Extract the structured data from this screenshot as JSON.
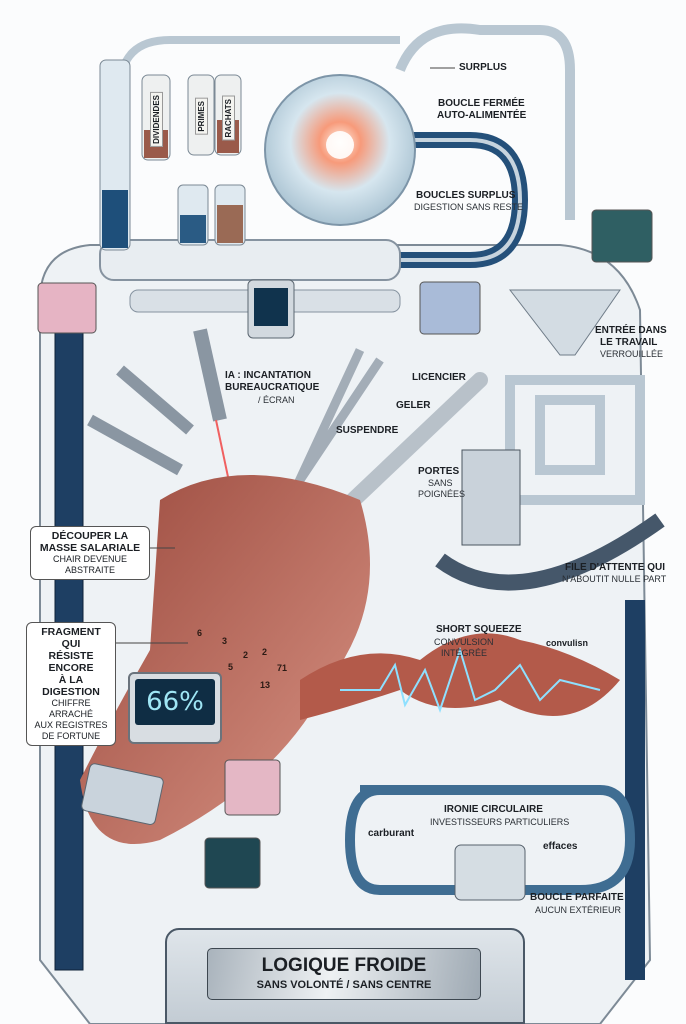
{
  "bottles": {
    "dividendes": "DIVIDENDES",
    "primes": "PRIMES",
    "rachats": "RACHATS"
  },
  "labels": {
    "surplus": "SURPLUS",
    "boucle_fermee": "BOUCLE FERMÉE",
    "auto_alimentee": "AUTO-ALIMENTÉE",
    "boucles_surplus": "BOUCLES SURPLUS",
    "digestion_sans_reste": "DIGESTION SANS RESTE",
    "ia_1": "IA : INCANTATION",
    "ia_2": "BUREAUCRATIQUE",
    "ia_3": "/ ÉCRAN",
    "licencier": "LICENCIER",
    "geler": "GELER",
    "suspendre": "SUSPENDRE",
    "portes": "PORTES",
    "sans": "SANS",
    "poignees": "POIGNÉES",
    "entree_1": "ENTRÉE DANS",
    "entree_2": "LE TRAVAIL",
    "verrouillee": "VERROUILLÉE",
    "file_1": "FILE D'ATTENTE QUI",
    "file_2": "N'ABOUTIT NULLE PART",
    "short_squeeze": "SHORT SQUEEZE",
    "convulsion": "CONVULSION",
    "integree": "INTÉGRÉE",
    "convulisn": "convulisn",
    "ironie": "IRONIE CIRCULAIRE",
    "investisseurs": "INVESTISSEURS PARTICULIERS",
    "carburant": "carburant",
    "effaces": "effaces",
    "boucle_parfaite": "BOUCLE PARFAITE",
    "aucun_exterieur": "AUCUN EXTÉRIEUR"
  },
  "callouts": {
    "decouper": {
      "title_1": "DÉCOUPER LA",
      "title_2": "MASSE SALARIALE",
      "sub": "CHAIR DEVENUE ABSTRAITE"
    },
    "fragment": {
      "t1": "FRAGMENT QUI",
      "t2": "RÉSISTE",
      "t3": "ENCORE",
      "t4": "À LA DIGESTION",
      "s1": "CHIFFRE ARRACHÉ",
      "s2": "AUX REGISTRES",
      "s3": "DE FORTUNE"
    }
  },
  "fragment_numbers": [
    "6",
    "3",
    "2",
    "2",
    "5",
    "71",
    "13"
  ],
  "monitor": {
    "value": "66%"
  },
  "plate": {
    "title": "LOGIQUE FROIDE",
    "subtitle": "SANS VOLONTÉ / SANS CENTRE"
  }
}
